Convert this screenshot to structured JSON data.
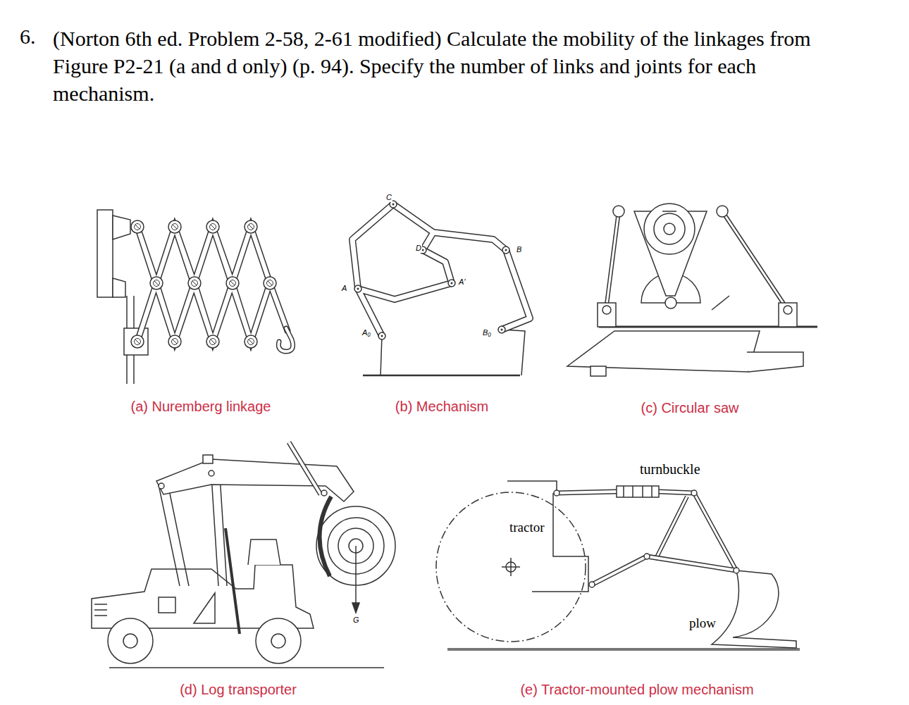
{
  "diagram": {
    "labels": [
      "6.",
      "(Norton 6th ed. Problem 2-58, 2-61 modified) Calculate the mobility of the linkages from Figure P2-21 (a and d only) (p. 94). Specify the number of links and joints for each mechanism.",
      "C",
      "D",
      "B",
      "A",
      "A'",
      "A₀",
      "B₀",
      "(a) Nuremberg linkage",
      "(b) Mechanism",
      "(c) Circular saw",
      "G",
      "turnbuckle",
      "tractor",
      "plow",
      "(d) Log transporter",
      "(e) Tractor-mounted plow mechanism"
    ]
  }
}
